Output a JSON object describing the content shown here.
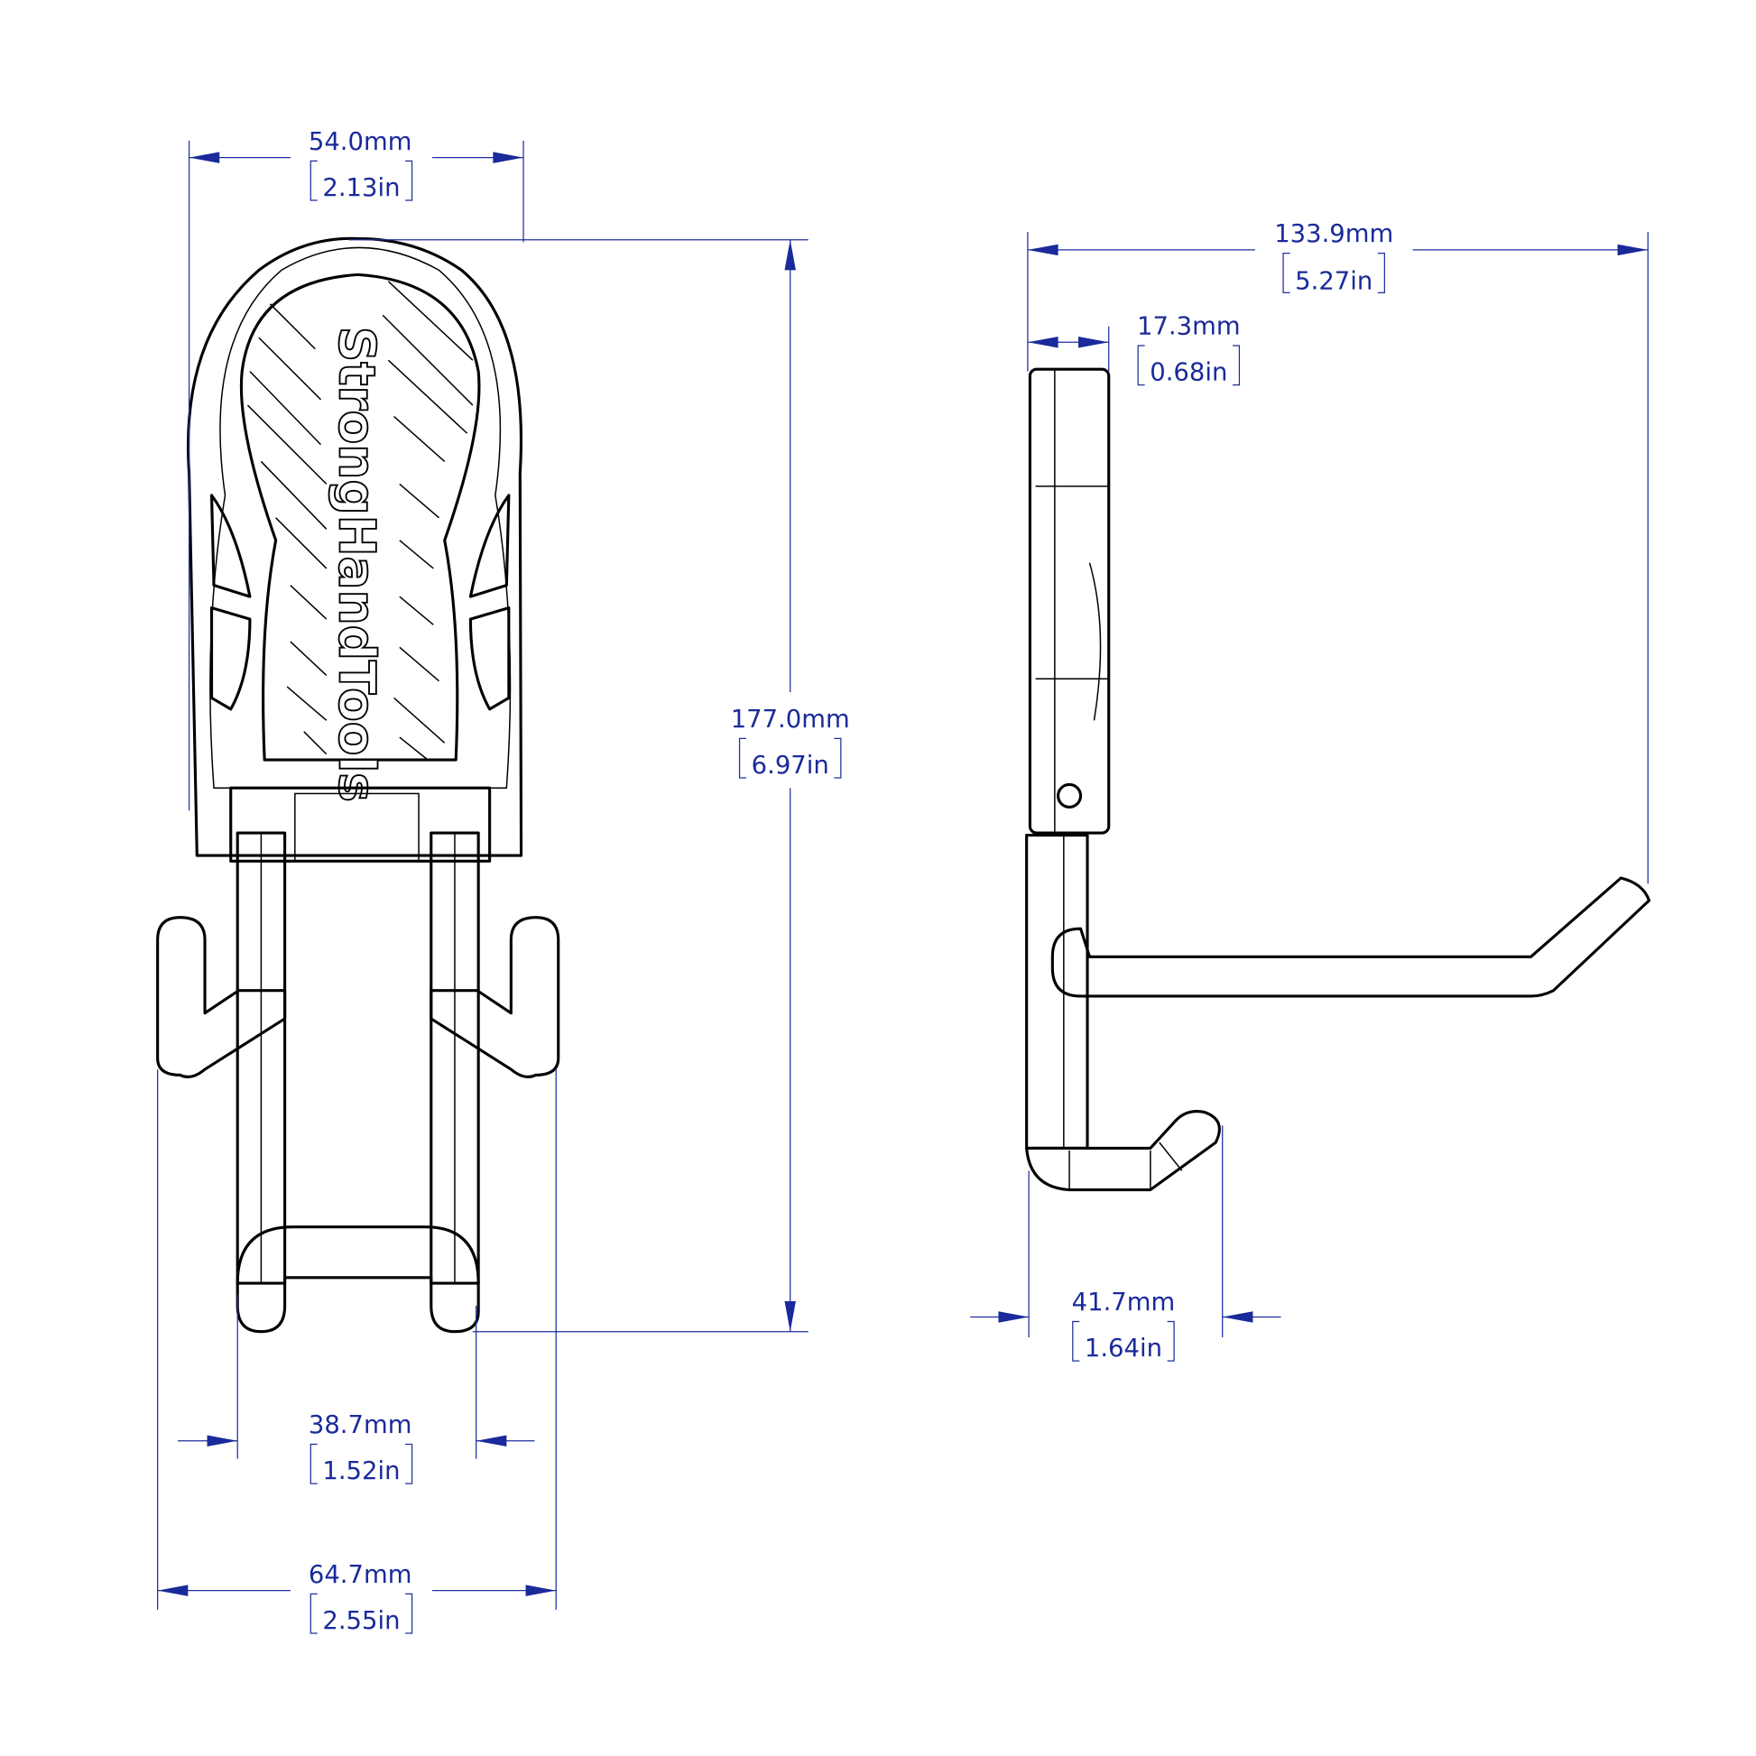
{
  "logo_text": "StrongHandTools",
  "colors": {
    "dimension": "#1a2a9a",
    "outline": "#000000"
  },
  "dimensions": {
    "front_width": {
      "mm": "54.0mm",
      "in": "2.13in"
    },
    "front_height": {
      "mm": "177.0mm",
      "in": "6.97in"
    },
    "hook_inner_width": {
      "mm": "38.7mm",
      "in": "1.52in"
    },
    "hook_outer_width": {
      "mm": "64.7mm",
      "in": "2.55in"
    },
    "side_depth": {
      "mm": "133.9mm",
      "in": "5.27in"
    },
    "plate_thickness": {
      "mm": "17.3mm",
      "in": "0.68in"
    },
    "lower_hook_depth": {
      "mm": "41.7mm",
      "in": "1.64in"
    }
  }
}
